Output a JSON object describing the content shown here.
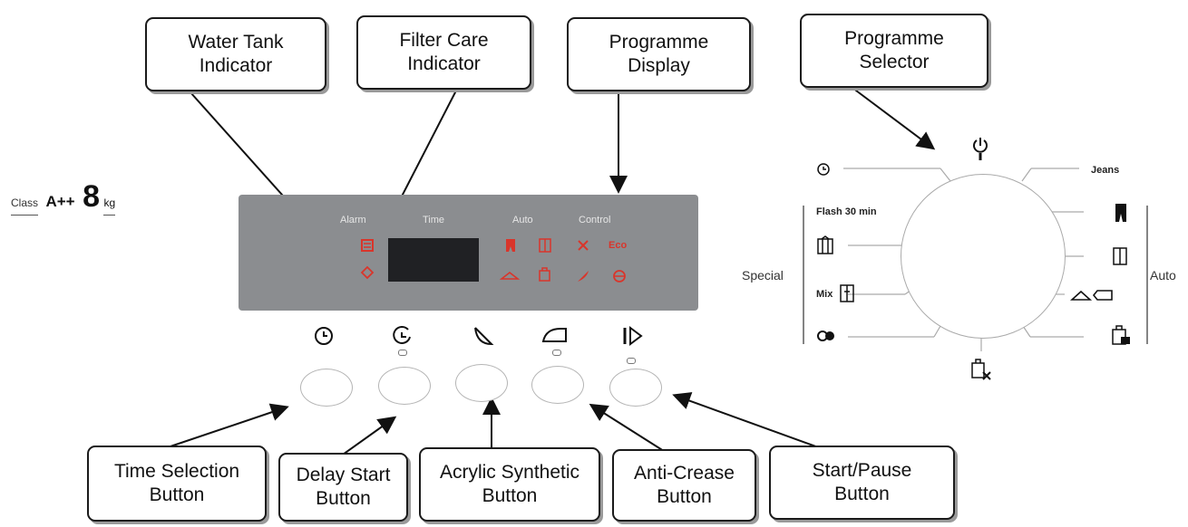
{
  "callouts": {
    "water_tank": "Water Tank\nIndicator",
    "filter_care": "Filter Care\nIndicator",
    "programme_display": "Programme\nDisplay",
    "programme_selector": "Programme\nSelector",
    "time_selection": "Time Selection\nButton",
    "delay_start": "Delay Start\nButton",
    "acrylic_synthetic": "Acrylic Synthetic\nButton",
    "anti_crease": "Anti-Crease\nButton",
    "start_pause": "Start/Pause\nButton"
  },
  "energy": {
    "class_label": "Class",
    "class_value": "A++",
    "capacity": "8",
    "unit": "kg"
  },
  "panel": {
    "alarm": "Alarm",
    "time": "Time",
    "auto": "Auto",
    "control": "Control",
    "eco": "Eco"
  },
  "dial": {
    "jeans": "Jeans",
    "flash": "Flash 30 min",
    "mix": "Mix",
    "special": "Special",
    "auto": "Auto"
  },
  "colors": {
    "indicator_red": "#d9352b",
    "panel_grey": "#8b8d90",
    "display_black": "#202124"
  },
  "icons": [
    "power-icon",
    "clock-icon",
    "shirt-icon",
    "mix-icon",
    "towel-icon",
    "jeans-icon",
    "cabinet-icon",
    "iron-icon",
    "bag-icon",
    "gear-icon",
    "feather-icon",
    "delay-icon",
    "start-pause-icon",
    "water-tank-icon",
    "filter-icon"
  ]
}
